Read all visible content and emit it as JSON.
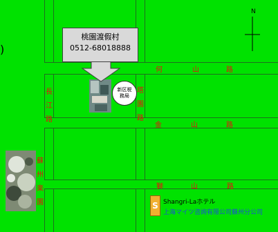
{
  "callout": {
    "line1": "桃園渡假村",
    "line2": "0512-68018888"
  },
  "office_label": {
    "line1": "新区税",
    "line2": "務局"
  },
  "streets": {
    "vertical": [
      "長江路",
      "蘇州楽園",
      "塔園路"
    ],
    "horizontal_top": [
      "何",
      "山",
      "路"
    ],
    "horizontal_middle": [
      "金",
      "山",
      "路"
    ],
    "horizontal_bottom": [
      "獅",
      "山",
      "路"
    ]
  },
  "compass": {
    "label": "N"
  },
  "hotel": {
    "icon_char": "S",
    "name": "Shangri-Laホテル",
    "company": "上海マイツ咨詢有限公司蘇州分公司",
    "company_color": "#1a4fd8"
  },
  "edge_glyph": ")",
  "colors": {
    "background": "#00e200",
    "road_edge": "#1e6e1e",
    "label": "#e81010"
  }
}
